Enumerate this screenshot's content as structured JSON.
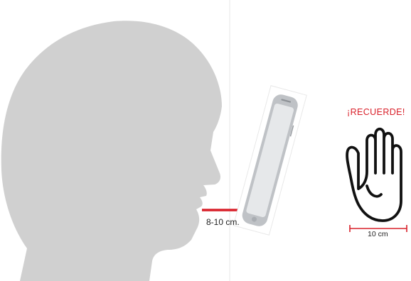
{
  "distance_label": "8-10 cm.",
  "reminder": {
    "heading": "¡RECUERDE!",
    "width_label": "10 cm"
  },
  "colors": {
    "head": "#d0d0d0",
    "accent_red": "#d9202a",
    "divider": "#ebebeb",
    "phone_body": "#bfc2c6",
    "icon": "#111111"
  },
  "icons": {
    "hand": "raised-hand-icon",
    "phone": "smartphone-icon"
  }
}
